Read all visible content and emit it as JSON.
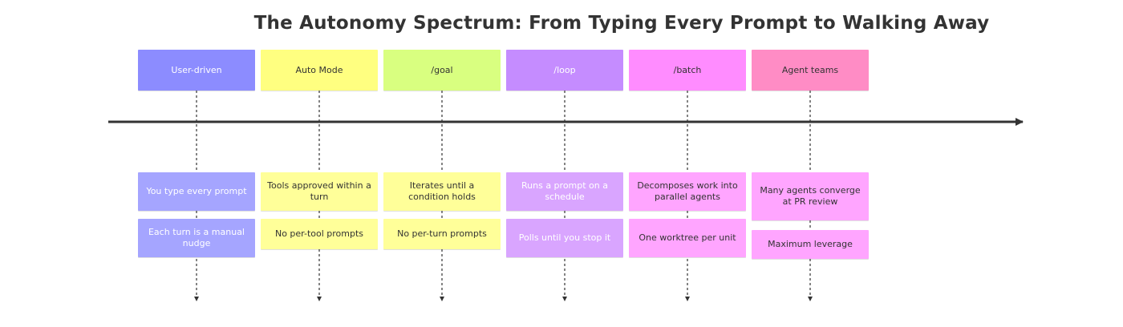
{
  "title": "The Autonomy Spectrum: From Typing Every Prompt to Walking Away",
  "columns": [
    {
      "label": "User-driven",
      "color": "#8c8cff",
      "text_color": "#ffffff",
      "events": [
        "You type every prompt",
        "Each turn is a manual nudge"
      ],
      "event_color": "#a5a5ff"
    },
    {
      "label": "Auto Mode",
      "color": "#ffff80",
      "text_color": "#333333",
      "events": [
        "Tools approved within a turn",
        "No per-tool prompts"
      ],
      "event_color": "#ffff99"
    },
    {
      "label": "/goal",
      "color": "#d9ff80",
      "text_color": "#333333",
      "events": [
        "Iterates until a condition holds",
        "No per-turn prompts"
      ],
      "event_color": "#ffff99"
    },
    {
      "label": "/loop",
      "color": "#c58cff",
      "text_color": "#ffffff",
      "events": [
        "Runs a prompt on a schedule",
        "Polls until you stop it"
      ],
      "event_color": "#d9a5ff"
    },
    {
      "label": "/batch",
      "color": "#ff8cff",
      "text_color": "#333333",
      "events": [
        "Decomposes work into parallel agents",
        "One worktree per unit"
      ],
      "event_color": "#ffa5ff"
    },
    {
      "label": "Agent teams",
      "color": "#ff8cc5",
      "text_color": "#333333",
      "events": [
        "Many agents converge at PR review",
        "Maximum leverage"
      ],
      "event_color": "#ffa5ff"
    }
  ]
}
